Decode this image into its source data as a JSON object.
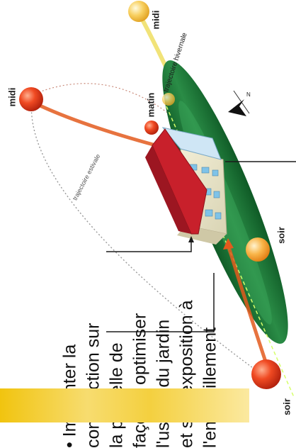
{
  "diagram": {
    "labels": {
      "midi_top": "midi",
      "midi_left": "midi",
      "matin": "matin",
      "soir_right": "soir",
      "soir_bottom": "soir",
      "trajectoire_hivernale": "trajectoire hivernale",
      "trajectoire_estivale": "trajectoire estivale"
    },
    "bullet": {
      "lines": [
        "• Implanter la",
        "construction  sur",
        "la parcelle de",
        "façon à optimiser",
        "l'usage du jardin",
        "et son exposition à",
        "l'ensoleillement"
      ]
    },
    "colors": {
      "sun_summer": "#e8431f",
      "sun_winter": "#f7c74a",
      "roof": "#c8202b",
      "garden": "#1e7a3a",
      "path_summer": "#e35a1d",
      "path_winter": "#f0e06a",
      "accent_yellow": "#f1c40f"
    },
    "icons": [
      "compass-arrow-icon"
    ]
  }
}
